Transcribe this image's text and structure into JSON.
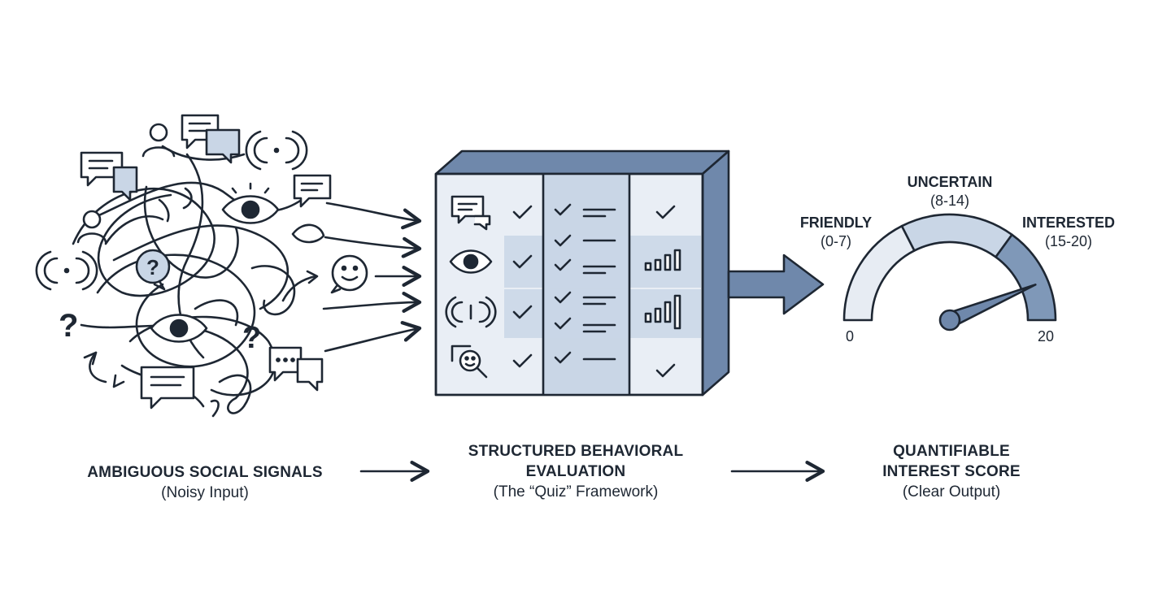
{
  "stages": [
    {
      "title": "AMBIGUOUS SOCIAL SIGNALS",
      "subtitle": "(Noisy Input)"
    },
    {
      "title_line1": "STRUCTURED BEHAVIORAL",
      "title_line2": "EVALUATION",
      "subtitle": "(The “Quiz” Framework)"
    },
    {
      "title_line1": "QUANTIFIABLE",
      "title_line2": "INTEREST SCORE",
      "subtitle": "(Clear Output)"
    }
  ],
  "gauge": {
    "min_label": "0",
    "max_label": "20",
    "min": 0,
    "max": 20,
    "needle_value": 17.5,
    "zones": [
      {
        "name": "FRIENDLY",
        "range": "(0-7)",
        "from": 0,
        "to": 7,
        "color": "#e7ecf3"
      },
      {
        "name": "UNCERTAIN",
        "range": "(8-14)",
        "from": 7,
        "to": 14,
        "color": "#c9d6e6"
      },
      {
        "name": "INTERESTED",
        "range": "(15-20)",
        "from": 14,
        "to": 20,
        "color": "#7f98b8"
      }
    ]
  },
  "framework": {
    "rows": [
      {
        "signal": "chat-bubbles-icon",
        "check": true,
        "items": 2,
        "result": "check"
      },
      {
        "signal": "eye-icon",
        "check": true,
        "items": 2,
        "result": "bars-small"
      },
      {
        "signal": "broadcast-icon",
        "check": true,
        "items": 2,
        "result": "bars-large"
      },
      {
        "signal": "face-search-icon",
        "check": true,
        "items": 1,
        "result": "check"
      }
    ]
  },
  "colors": {
    "ink": "#1e2733",
    "slate": "#6f88ab",
    "slate_light": "#c9d6e6",
    "panel": "#e9eef5"
  }
}
